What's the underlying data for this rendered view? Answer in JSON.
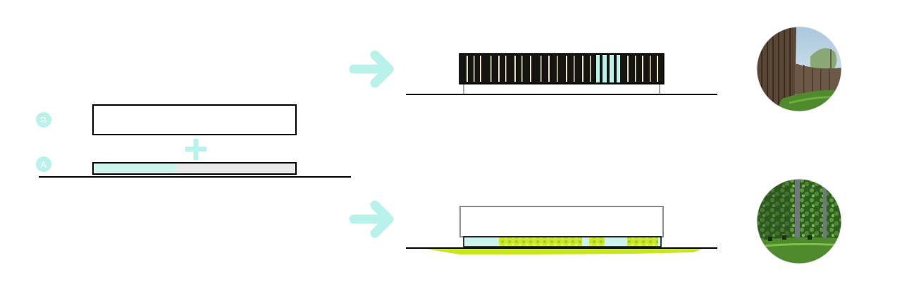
{
  "markers": {
    "b_label": "B",
    "a_label": "A"
  },
  "colors": {
    "mint": "#b9f2ea",
    "mint_light": "#cdf3ee",
    "grey_fill": "#e8eaea",
    "ink": "#000000",
    "frame_grey": "#8a8f8f",
    "lime": "#c6e61e",
    "dark_panel": "#16140f",
    "slat": "#e6dcc8",
    "photo_green": "#3c7a2a"
  },
  "icons": {
    "plus": "plus-icon",
    "arrow": "arrow-right-icon"
  },
  "photos": {
    "top": "wooden-slat-wall-photo",
    "bottom": "green-ivy-screen-photo"
  }
}
